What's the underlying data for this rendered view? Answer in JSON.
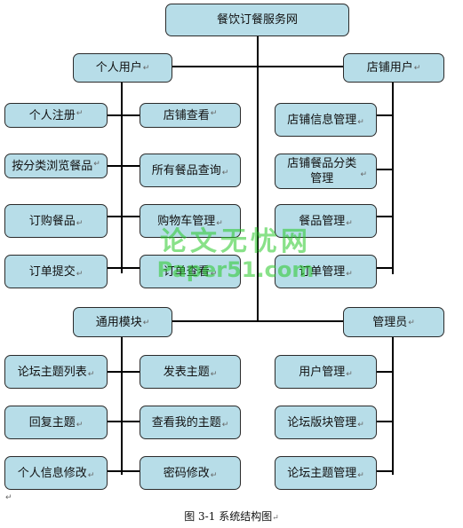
{
  "root": {
    "label": "餐饮订餐服务网"
  },
  "groups": [
    {
      "label": "个人用户",
      "items": [
        "个人注册",
        "按分类浏览餐品",
        "订购餐品",
        "订单提交",
        "店铺查看",
        "所有餐品查询",
        "购物车管理",
        "订单查看"
      ]
    },
    {
      "label": "店铺用户",
      "items": [
        "店铺信息管理",
        "店铺餐品分类管理",
        "餐品管理",
        "订单管理"
      ]
    },
    {
      "label": "通用模块",
      "items": [
        "论坛主题列表",
        "回复主题",
        "个人信息修改",
        "发表主题",
        "查看我的主题",
        "密码修改"
      ]
    },
    {
      "label": "管理员",
      "items": [
        "用户管理",
        "论坛版块管理",
        "论坛主题管理"
      ]
    }
  ],
  "caption": "图 3-1  系统结构图",
  "watermark": {
    "line1": "论文无忧网",
    "line2": "Paper51.com"
  },
  "colors": {
    "node_fill": "#b7dde8",
    "node_border": "#2a2a2a",
    "watermark": "#28c828"
  }
}
